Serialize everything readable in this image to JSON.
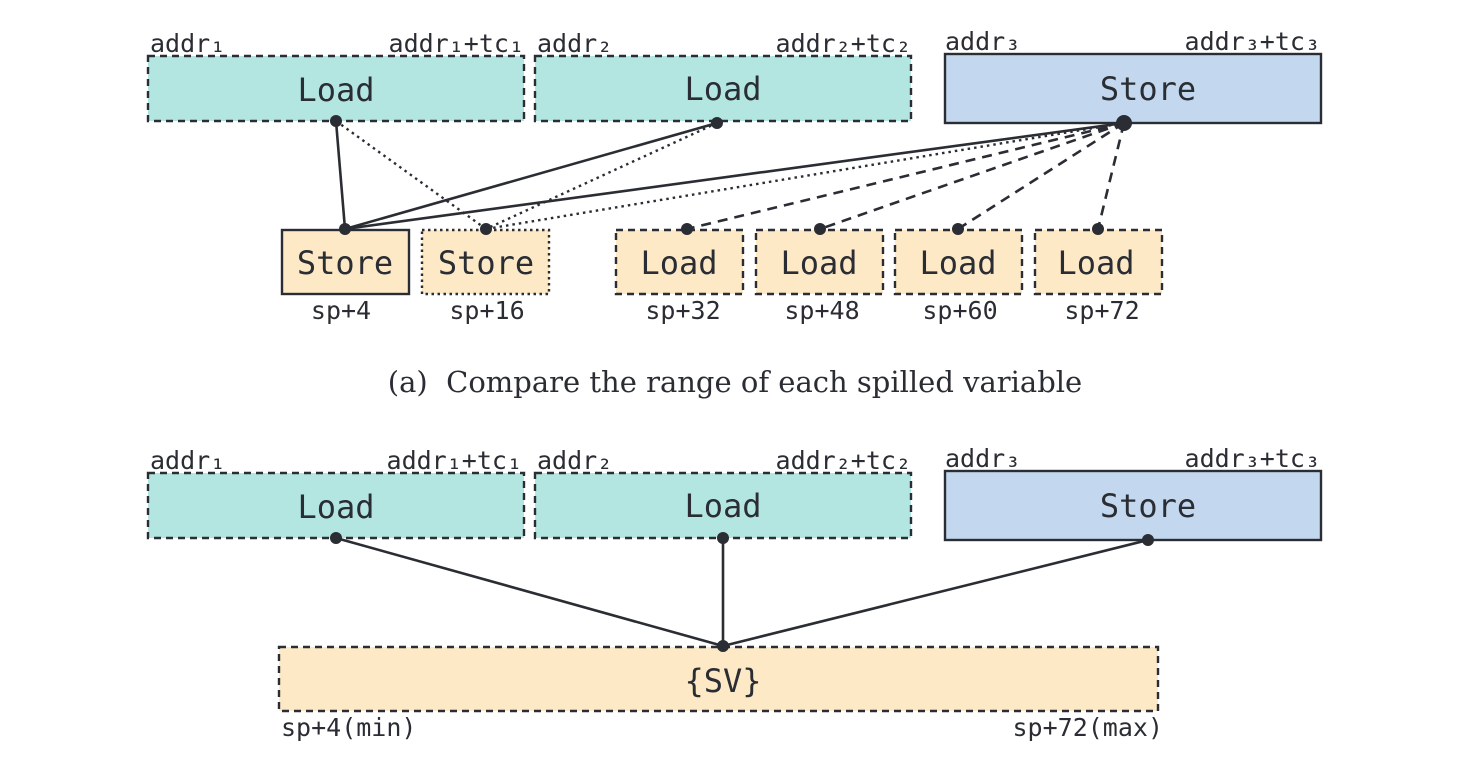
{
  "panel_a": {
    "caption": "(a)  Compare the range of each spilled variable",
    "top_blocks": [
      {
        "op": "Load",
        "addr_start": "addr₁",
        "addr_end": "addr₁+tc₁"
      },
      {
        "op": "Load",
        "addr_start": "addr₂",
        "addr_end": "addr₂+tc₂"
      },
      {
        "op": "Store",
        "addr_start": "addr₃",
        "addr_end": "addr₃+tc₃"
      }
    ],
    "bottom_blocks": [
      {
        "op": "Store",
        "offset": "sp+4"
      },
      {
        "op": "Store",
        "offset": "sp+16"
      },
      {
        "op": "Load",
        "offset": "sp+32"
      },
      {
        "op": "Load",
        "offset": "sp+48"
      },
      {
        "op": "Load",
        "offset": "sp+60"
      },
      {
        "op": "Load",
        "offset": "sp+72"
      }
    ]
  },
  "panel_b": {
    "top_blocks": [
      {
        "op": "Load",
        "addr_start": "addr₁",
        "addr_end": "addr₁+tc₁"
      },
      {
        "op": "Load",
        "addr_start": "addr₂",
        "addr_end": "addr₂+tc₂"
      },
      {
        "op": "Store",
        "addr_start": "addr₃",
        "addr_end": "addr₃+tc₃"
      }
    ],
    "merged_block": {
      "label": "{SV}",
      "range_min": "sp+4(min)",
      "range_max": "sp+72(max)"
    }
  },
  "colors": {
    "load_fill": "#b3e6e0",
    "store_fill": "#c3d8ee",
    "spill_fill": "#fde9c6",
    "stroke": "#2a2d33"
  }
}
